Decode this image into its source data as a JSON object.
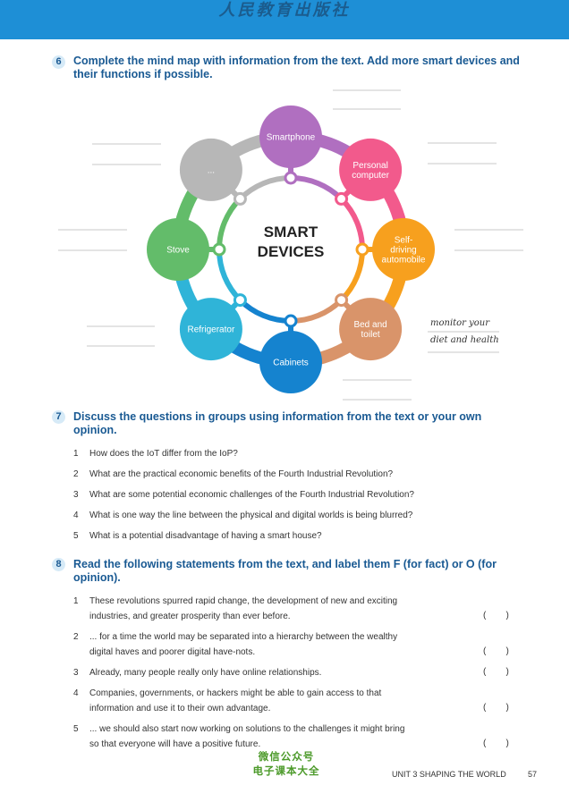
{
  "header": {
    "publisher": "人民教育出版社"
  },
  "section6": {
    "number": "6",
    "title": "Complete the mind map with information from the text. Add more smart devices and their functions if possible."
  },
  "mindmap": {
    "center_line1": "SMART",
    "center_line2": "DEVICES",
    "nodes": [
      {
        "label": "Smartphone",
        "color": "#b06fc0"
      },
      {
        "label": "Personal computer",
        "color": "#f25a8c"
      },
      {
        "label": "Self-driving automobile",
        "color": "#f7a01e"
      },
      {
        "label": "Bed and toilet",
        "color": "#d9946a"
      },
      {
        "label": "Cabinets",
        "color": "#1583cf"
      },
      {
        "label": "Refrigerator",
        "color": "#2fb4d8"
      },
      {
        "label": "Stove",
        "color": "#63bc6a"
      },
      {
        "label": "...",
        "color": "#b7b7b7"
      }
    ],
    "example_answer_line1": "monitor your",
    "example_answer_line2": "diet and health"
  },
  "section7": {
    "number": "7",
    "title": "Discuss the questions in groups using information from the text or your own opinion.",
    "questions": [
      {
        "n": "1",
        "text": "How does the IoT differ from the IoP?"
      },
      {
        "n": "2",
        "text": "What are the practical economic benefits of the Fourth Industrial Revolution?"
      },
      {
        "n": "3",
        "text": "What are some potential economic challenges of the Fourth Industrial Revolution?"
      },
      {
        "n": "4",
        "text": "What is one way the line between the physical and digital worlds is being blurred?"
      },
      {
        "n": "5",
        "text": "What is a potential disadvantage of having a smart house?"
      }
    ]
  },
  "section8": {
    "number": "8",
    "title": "Read the following statements from the text, and label them F (for fact) or O (for opinion).",
    "paren": "(        )",
    "statements": [
      {
        "n": "1",
        "line1": "These revolutions spurred rapid change, the development of new and exciting",
        "line2": "industries, and greater prosperity than ever before."
      },
      {
        "n": "2",
        "line1": "... for a time the world may be separated into a hierarchy between the wealthy",
        "line2": "digital haves and poorer digital have-nots."
      },
      {
        "n": "3",
        "line1": "Already, many people really only have online relationships.",
        "line2": ""
      },
      {
        "n": "4",
        "line1": "Companies, governments, or hackers might be able to gain access to that",
        "line2": "information and use it to their own advantage."
      },
      {
        "n": "5",
        "line1": "... we should also start now working on solutions to the challenges it might bring",
        "line2": "so that everyone will have a positive future."
      }
    ]
  },
  "watermark": {
    "line1": "微信公众号",
    "line2": "电子课本大全"
  },
  "footer": {
    "unit": "UNIT 3 SHAPING THE WORLD",
    "page": "57"
  }
}
